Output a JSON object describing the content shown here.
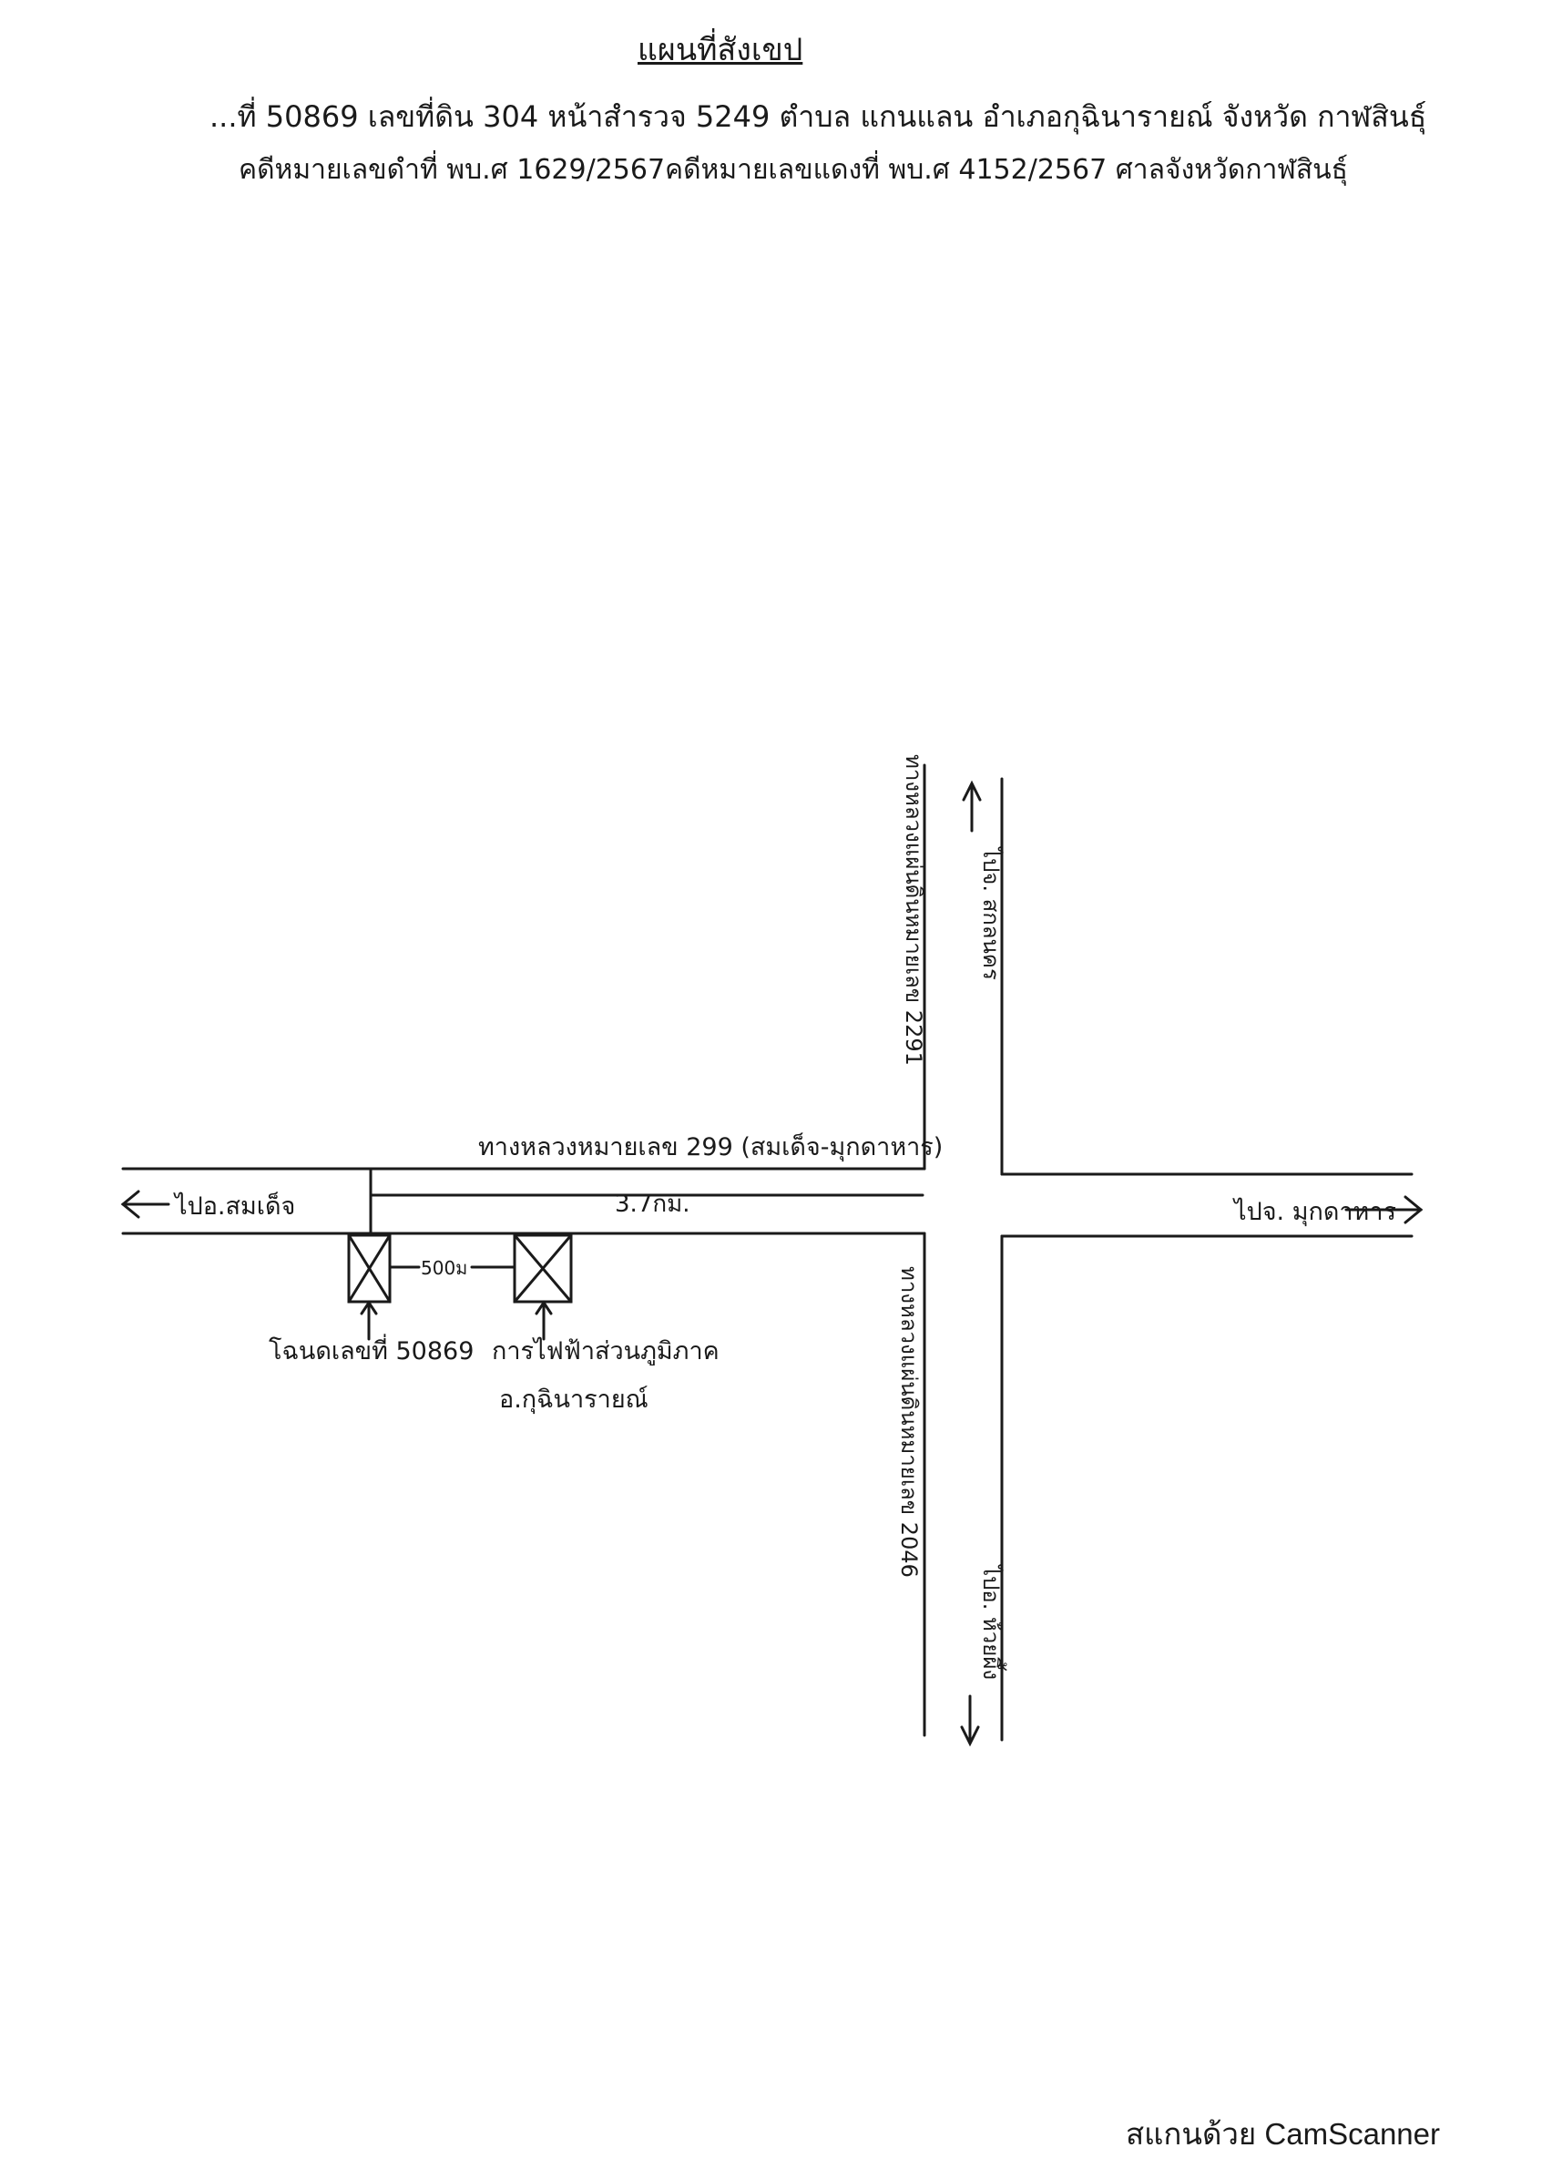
{
  "document": {
    "title": "แผนที่สังเขป",
    "header_line1": "...ที่ 50869 เลขที่ดิน 304 หน้าสำรวจ 5249 ตำบล แกนแลน อำเภอกุฉินารายณ์ จังหวัด กาฬสินธุ์",
    "header_line2_left": "คดีหมายเลขดำที่ พบ.ศ 1629/2567",
    "header_line2_right": "คดีหมายเลขแดงที่ พบ.ศ 4152/2567 ศาลจังหวัดกาฬสินธุ์"
  },
  "map": {
    "main_road_label": "ทางหลวงหมายเลข 299 (สมเด็จ-มุกดาหาร)",
    "west_label": "ไปอ.สมเด็จ",
    "east_label": "ไปจ. มุกดาหาร",
    "distance_label": "3.7กม.",
    "between_label": "500ม",
    "parcel_label": "โฉนดเลขที่ 50869",
    "office_label": "การไฟฟ้าส่วนภูมิภาค",
    "office_sub_label": "อ.กุฉินารายณ์",
    "north_road_label": "ทางหลวงแผ่นดินหมายเลข 2291",
    "north_label": "ไปจ. สกลนคร",
    "south_road_label": "ทางหลวงแผ่นดินหมายเลข 2046",
    "south_label": "ไปอ. ห้วยผึ้ง"
  },
  "footer": {
    "scanner_text": "สแกนด้วย CamScanner"
  }
}
